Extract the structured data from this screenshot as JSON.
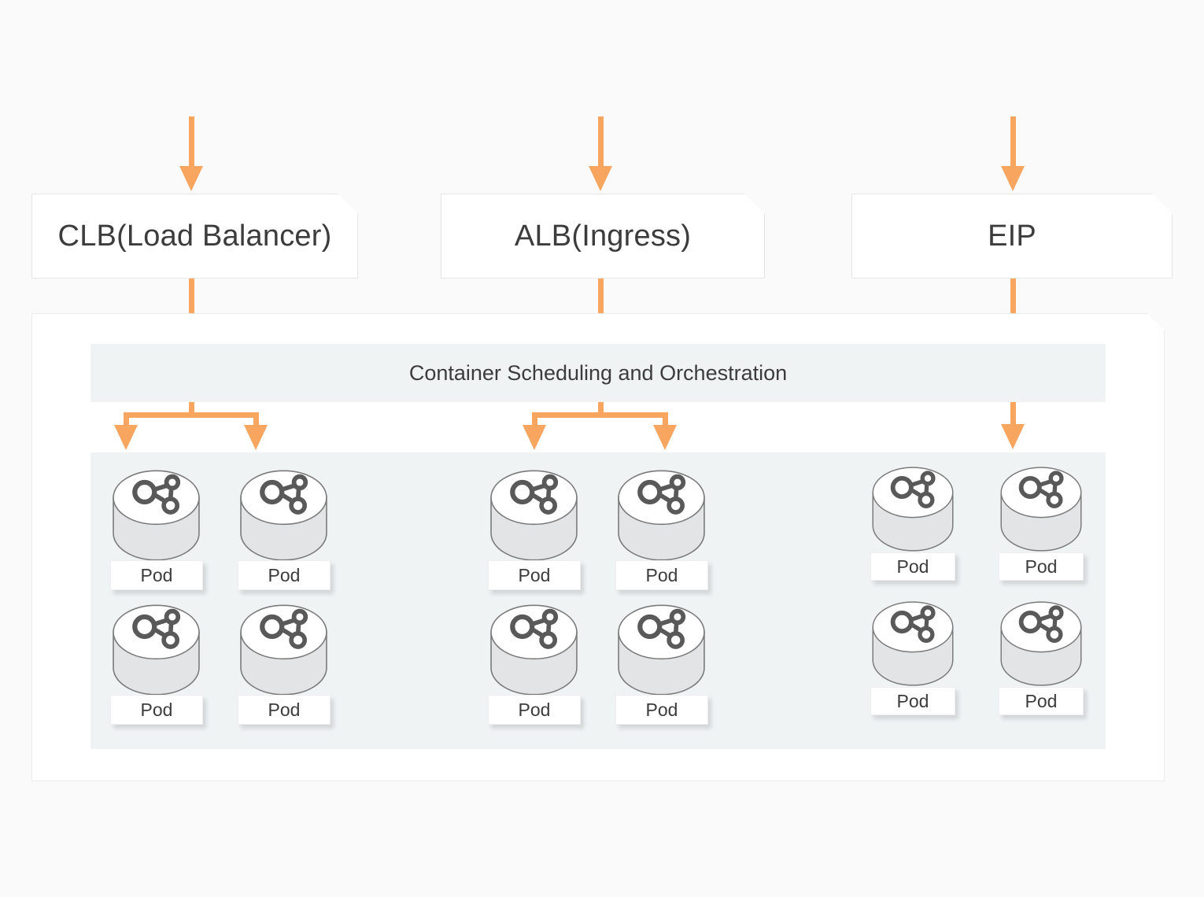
{
  "diagram": {
    "title": "Container Scheduling and Orchestration architecture",
    "background_color": "#fafafa",
    "accent_color": "#f7a55f",
    "panel_color": "#eff3f4",
    "text_color": "#3c3c3c"
  },
  "entrypoints": [
    {
      "id": "clb",
      "label": "CLB(Load Balancer)"
    },
    {
      "id": "alb",
      "label": "ALB(Ingress)"
    },
    {
      "id": "eip",
      "label": "EIP"
    }
  ],
  "cluster": {
    "orchestration_label": "Container Scheduling and Orchestration",
    "groups": [
      {
        "id": "clb-group",
        "source": "clb",
        "pods": [
          {
            "label": "Pod"
          },
          {
            "label": "Pod"
          },
          {
            "label": "Pod"
          },
          {
            "label": "Pod"
          }
        ]
      },
      {
        "id": "alb-group",
        "source": "alb",
        "pods": [
          {
            "label": "Pod"
          },
          {
            "label": "Pod"
          },
          {
            "label": "Pod"
          },
          {
            "label": "Pod"
          }
        ]
      },
      {
        "id": "eip-group",
        "source": "eip",
        "pods": [
          {
            "label": "Pod"
          },
          {
            "label": "Pod"
          },
          {
            "label": "Pod"
          },
          {
            "label": "Pod"
          }
        ]
      }
    ]
  },
  "icons": {
    "pod": "share-nodes-icon"
  }
}
